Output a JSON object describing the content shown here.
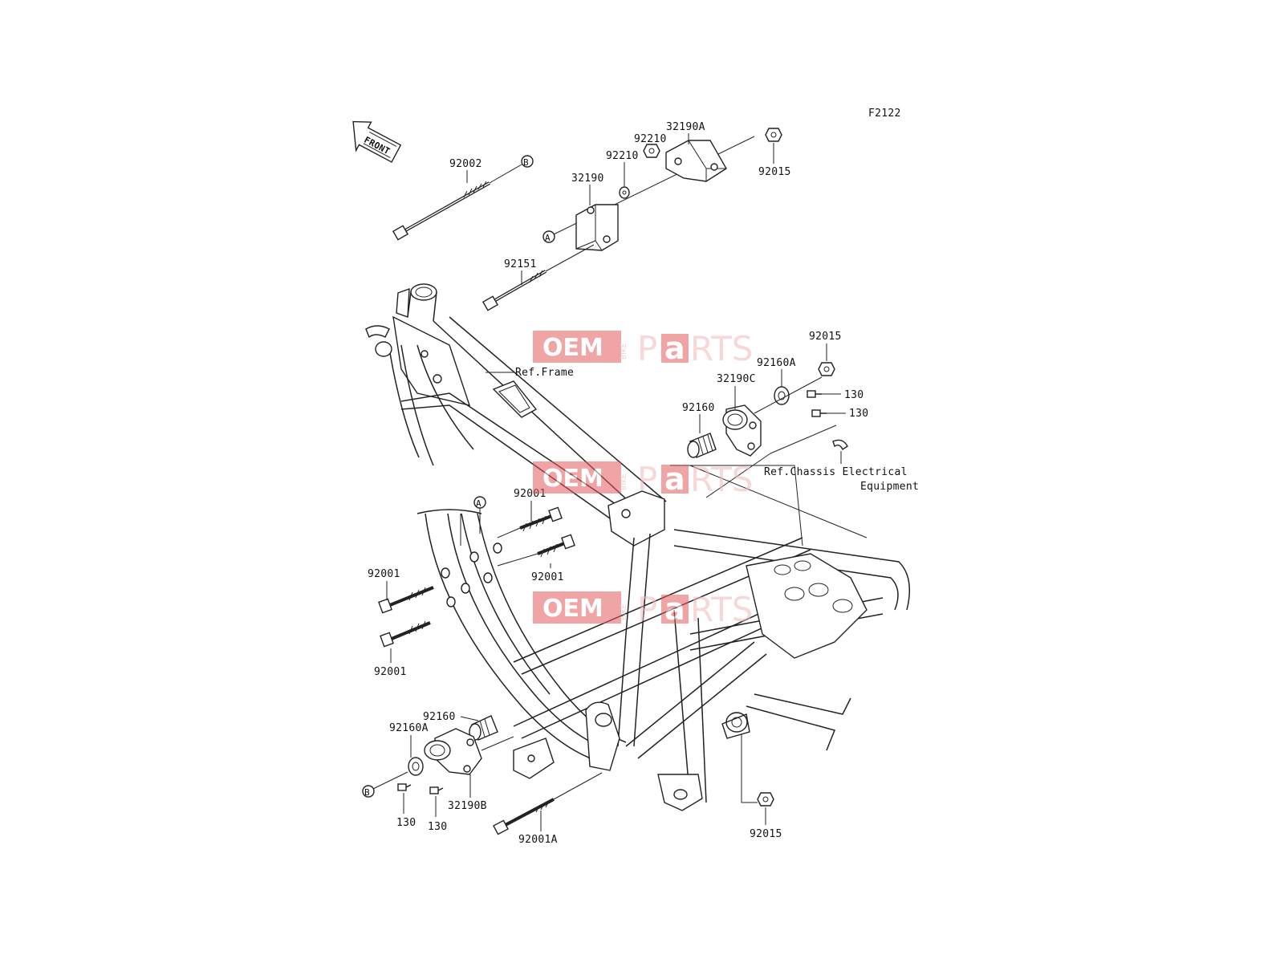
{
  "diagram": {
    "code": "F2122",
    "front_label": "FRONT",
    "refs": {
      "ref_frame": "Ref.Frame",
      "ref_chassis_line1": "Ref.Chassis Electrical",
      "ref_chassis_line2": "Equipment"
    },
    "callouts": {
      "a_top": "A",
      "a_mid": "A",
      "b_top": "B",
      "b_bottom": "B"
    },
    "parts": {
      "p92002": "92002",
      "p32190": "32190",
      "p92210_a": "92210",
      "p92210_b": "92210",
      "p32190A": "32190A",
      "p92015_top": "92015",
      "p92151": "92151",
      "p92015_mid": "92015",
      "p92160A_right": "92160A",
      "p32190C": "32190C",
      "p130_r1": "130",
      "p130_r2": "130",
      "p92160_right": "92160",
      "p92001_top": "92001",
      "p92001_mid": "92001",
      "p92001_left": "92001",
      "p92001_lower": "92001",
      "p92160_left": "92160",
      "p92160A_left": "92160A",
      "p32190B": "32190B",
      "p130_l1": "130",
      "p130_l2": "130",
      "p92001A": "92001A",
      "p92015_bottom": "92015"
    }
  },
  "watermark": {
    "oem": "OEM",
    "bike": "BIKE",
    "parts_left": "P",
    "parts_a": "a",
    "parts_right": "RTS"
  }
}
